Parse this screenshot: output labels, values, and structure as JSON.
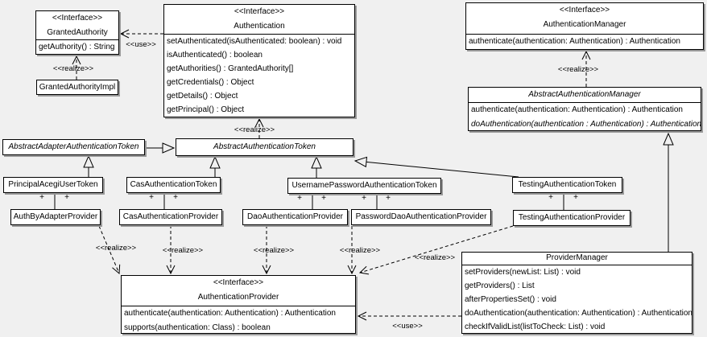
{
  "colors": {
    "canvas_background": "#f0f0f0",
    "box_fill": "#ffffff",
    "box_border": "#000000",
    "box_shadow": "#999999"
  },
  "labels": {
    "realize": "<<realize>>",
    "use": "<<use>>",
    "plus": "+"
  },
  "classes": {
    "granted_authority": {
      "stereotype": "<<Interface>>",
      "name": "GrantedAuthority",
      "methods": [
        "getAuthority() : String"
      ]
    },
    "granted_authority_impl": {
      "name": "GrantedAuthorityImpl"
    },
    "authentication": {
      "stereotype": "<<Interface>>",
      "name": "Authentication",
      "methods": [
        "setAuthenticated(isAuthenticated: boolean) : void",
        "isAuthenticated() : boolean",
        "getAuthorities() : GrantedAuthority[]",
        "getCredentials() : Object",
        "getDetails() : Object",
        "getPrincipal() : Object"
      ]
    },
    "authentication_manager": {
      "stereotype": "<<Interface>>",
      "name": "AuthenticationManager",
      "methods": [
        "authenticate(authentication: Authentication) : Authentication"
      ]
    },
    "abstract_authentication_manager": {
      "name": "AbstractAuthenticationManager",
      "methods": [
        "authenticate(authentication: Authentication) : Authentication",
        "doAuthentication(authentication : Authentication) : Authentication"
      ]
    },
    "abstract_adapter_authentication_token": {
      "name": "AbstractAdapterAuthenticationToken"
    },
    "abstract_authentication_token": {
      "name": "AbstractAuthenticationToken"
    },
    "principal_acegi_user_token": {
      "name": "PrincipalAcegiUserToken"
    },
    "cas_authentication_token": {
      "name": "CasAuthenticationToken"
    },
    "username_password_authentication_token": {
      "name": "UsernamePasswordAuthenticationToken"
    },
    "testing_authentication_token": {
      "name": "TestingAuthenticationToken"
    },
    "auth_by_adapter_provider": {
      "name": "AuthByAdapterProvider"
    },
    "cas_authentication_provider": {
      "name": "CasAuthenticationProvider"
    },
    "dao_authentication_provider": {
      "name": "DaoAuthenticationProvider"
    },
    "password_dao_authentication_provider": {
      "name": "PasswordDaoAuthenticationProvider"
    },
    "testing_authentication_provider": {
      "name": "TestingAuthenticationProvider"
    },
    "authentication_provider": {
      "stereotype": "<<Interface>>",
      "name": "AuthenticationProvider",
      "methods": [
        "authenticate(authentication: Authentication) : Authentication",
        "supports(authentication: Class) : boolean"
      ]
    },
    "provider_manager": {
      "name": "ProviderManager",
      "methods": [
        "setProviders(newList: List) : void",
        "getProviders() : List",
        "afterPropertiesSet() : void",
        "doAuthentication(authentication: Authentication) : Authentication",
        "checkIfValidList(listToCheck: List) : void"
      ]
    }
  }
}
